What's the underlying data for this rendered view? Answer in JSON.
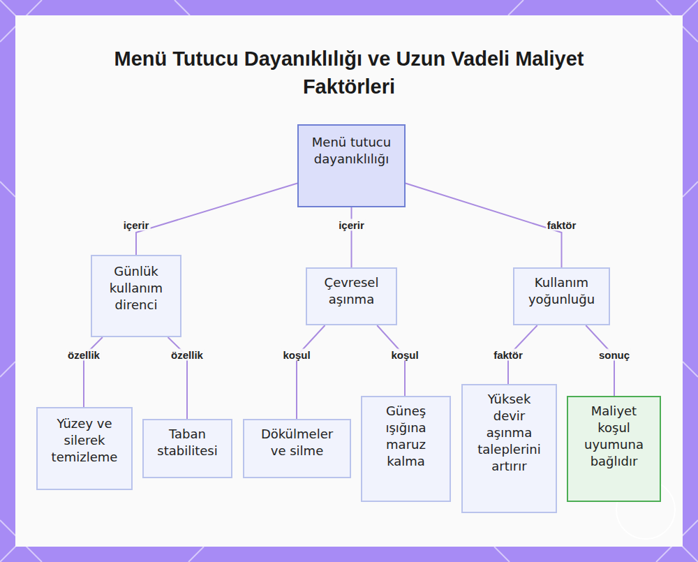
{
  "diagram": {
    "title": "Menü Tutucu Dayanıklılığı ve Uzun Vadeli Maliyet Faktörleri",
    "nodes": [
      {
        "text": [
          "Menü tutucu dayanıklılığı"
        ]
      },
      {
        "text": [
          "Günlük kullanım direnci"
        ]
      },
      {
        "text": [
          "Çevresel aşınma"
        ]
      },
      {
        "text": [
          "Kullanım yoğunluğu"
        ]
      },
      {
        "text": [
          "Yüzey ve silerek temizleme"
        ]
      },
      {
        "text": [
          "Taban stabilitesi"
        ]
      },
      {
        "text": [
          "Dökülmeler ve silme"
        ]
      },
      {
        "text": [
          "Güneş ışığına maruz kalma"
        ]
      },
      {
        "text": [
          "Yüksek devir aşınma taleplerini artırır"
        ]
      },
      {
        "text": [
          "Maliyet koşul uyumuna bağlıdır"
        ]
      }
    ],
    "edges": [
      {
        "from": 0,
        "to": 1,
        "arrow": "none",
        "label": "içerir"
      },
      {
        "from": 0,
        "to": 2,
        "arrow": "none",
        "label": "içerir"
      },
      {
        "from": 0,
        "to": 3,
        "arrow": "none",
        "label": "faktör"
      },
      {
        "from": 1,
        "to": 4,
        "arrow": "none",
        "label": "özellik"
      },
      {
        "from": 1,
        "to": 5,
        "arrow": "none",
        "label": "özellik"
      },
      {
        "from": 2,
        "to": 6,
        "arrow": "none",
        "label": "koşul"
      },
      {
        "from": 2,
        "to": 7,
        "arrow": "none",
        "label": "koşul"
      },
      {
        "from": 3,
        "to": 8,
        "arrow": "none",
        "label": "faktör"
      },
      {
        "from": 3,
        "to": 9,
        "arrow": "none",
        "label": "sonuç"
      }
    ]
  }
}
